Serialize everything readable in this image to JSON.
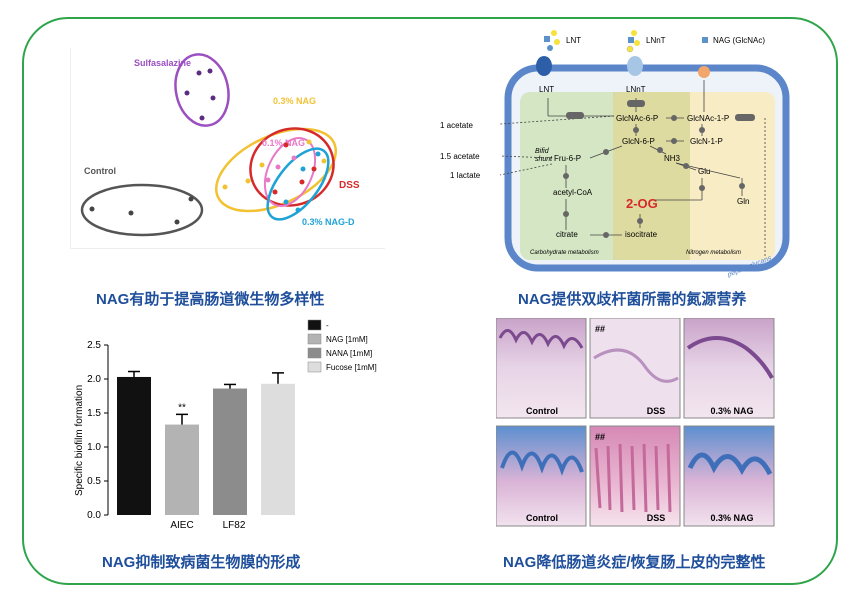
{
  "captions": {
    "tl": "NAG有助于提高肠道微生物多样性",
    "tr": "NAG提供双歧杆菌所需的氮源营养",
    "bl": "NAG抑制致病菌生物膜的形成",
    "br": "NAG降低肠道炎症/恢复肠上皮的完整性"
  },
  "pca": {
    "groups": [
      {
        "name": "Sulfasalazine",
        "color": "#9b4fc1"
      },
      {
        "name": "0.3% NAG",
        "color": "#f2c233"
      },
      {
        "name": "0.1% NAG",
        "color": "#e879c8"
      },
      {
        "name": "DSS",
        "color": "#d62a2a"
      },
      {
        "name": "0.3% NAG-D",
        "color": "#1fa3d6"
      },
      {
        "name": "Control",
        "color": "#555555"
      }
    ]
  },
  "pathway": {
    "legend": [
      "LNT",
      "LNnT",
      "NAG (GlcNAc)"
    ],
    "nodes": {
      "lnt": "LNT",
      "lnnt": "LNnT",
      "glcnac6p": "GlcNAc-6-P",
      "glcnac1p": "GlcNAc-1-P",
      "glcn6p": "GlcN-6-P",
      "glcn1p": "GlcN-1-P",
      "fru6p": "Fru-6-P",
      "nh3": "NH3",
      "glu": "Glu",
      "gln": "Gln",
      "acetylcoa": "acetyl-CoA",
      "og": "2-OG",
      "citrate": "citrate",
      "isocitrate": "isocitrate",
      "bifid1": "Bifid",
      "bifid2": "shunt",
      "acetate1": "1 acetate",
      "acetate15": "1.5 acetate",
      "lactate": "1 lactate",
      "carb": "Carbohydrate metabolism",
      "nitro": "Nitrogen metabolism",
      "pepti": "peptidoglycans"
    }
  },
  "chart_data": {
    "type": "bar",
    "categories": [
      "-",
      "NAG [1mM]",
      "NANA [1mM]",
      "Fucose [1mM]"
    ],
    "groups": [
      "AIEC",
      "LF82"
    ],
    "values": [
      2.03,
      1.33,
      1.86,
      1.93
    ],
    "errors": [
      0.08,
      0.15,
      0.06,
      0.16
    ],
    "colors": [
      "#111111",
      "#b3b3b3",
      "#8c8c8c",
      "#dddddd"
    ],
    "annotation": "**",
    "ylabel": "Specific biofilm formation",
    "ylim": [
      0,
      2.5
    ],
    "yticks": [
      "0.0",
      "0.5",
      "1.0",
      "1.5",
      "2.0",
      "2.5"
    ],
    "legend_position": "top-right"
  },
  "histology": {
    "labels": [
      "Control",
      "DSS",
      "0.3% NAG",
      "Control",
      "DSS",
      "0.3% NAG"
    ],
    "mark": "##"
  }
}
